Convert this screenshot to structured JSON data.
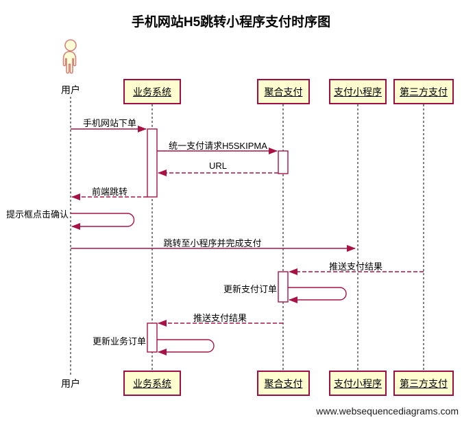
{
  "title": "手机网站H5跳转小程序支付时序图",
  "watermark": "www.websequencediagrams.com",
  "colors": {
    "arrow_line": "#A81245",
    "box_border": "#A00D42",
    "box_fill": "#FDFDCF",
    "actor_outline": "#D4827D",
    "actor_fill": "#FDFDD6",
    "lifeline": "#000000",
    "text": "#000000"
  },
  "participants": [
    {
      "name": "用户",
      "type": "actor"
    },
    {
      "name": "业务系统",
      "type": "box"
    },
    {
      "name": "聚合支付",
      "type": "box"
    },
    {
      "name": "支付小程序",
      "type": "box"
    },
    {
      "name": "第三方支付",
      "type": "box"
    }
  ],
  "messages": [
    {
      "from": "用户",
      "to": "业务系统",
      "label": "手机网站下单",
      "style": "solid"
    },
    {
      "from": "业务系统",
      "to": "聚合支付",
      "label": "统一支付请求H5SKIPMA",
      "style": "solid"
    },
    {
      "from": "聚合支付",
      "to": "业务系统",
      "label": "URL",
      "style": "dashed"
    },
    {
      "from": "业务系统",
      "to": "用户",
      "label": "前端跳转",
      "style": "dashed"
    },
    {
      "from": "用户",
      "to": "用户",
      "label": "提示框点击确认",
      "style": "self"
    },
    {
      "from": "用户",
      "to": "支付小程序",
      "label": "跳转至小程序并完成支付",
      "style": "solid"
    },
    {
      "from": "第三方支付",
      "to": "聚合支付",
      "label": "推送支付结果",
      "style": "dashed"
    },
    {
      "from": "聚合支付",
      "to": "聚合支付",
      "label": "更新支付订单",
      "style": "self"
    },
    {
      "from": "聚合支付",
      "to": "业务系统",
      "label": "推送支付结果",
      "style": "dashed"
    },
    {
      "from": "业务系统",
      "to": "业务系统",
      "label": "更新业务订单",
      "style": "self"
    }
  ]
}
